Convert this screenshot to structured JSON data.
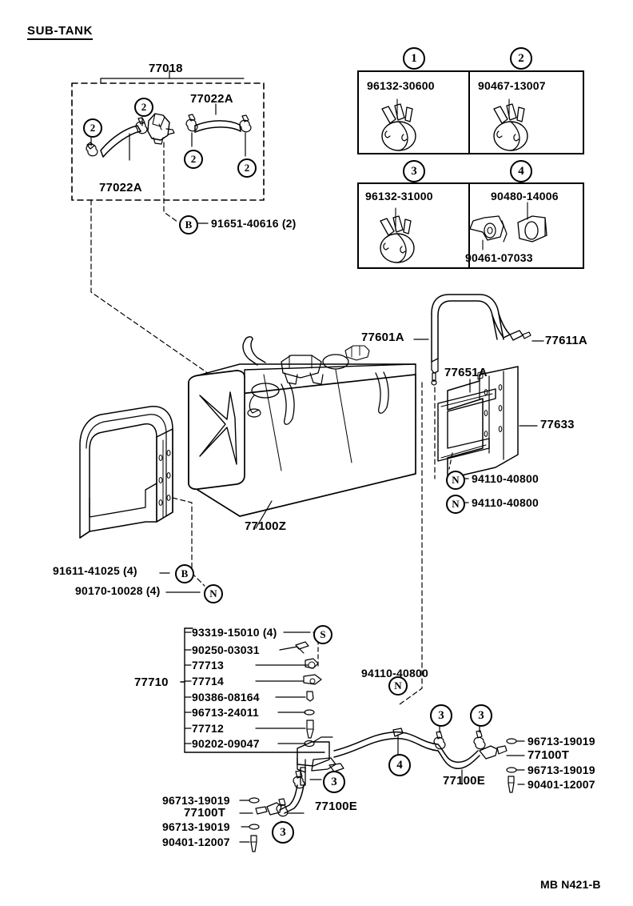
{
  "page": {
    "title": "SUB-TANK",
    "sheet_code": "MB N421-B"
  },
  "assembly_77018": {
    "group_label": "77018",
    "hose_left_label": "77022A",
    "hose_right_label": "77022A",
    "clip_markers": [
      "2",
      "2",
      "2",
      "2"
    ],
    "bolt_callout": {
      "symbol": "B",
      "part": "91651-40616 (2)"
    }
  },
  "legend": {
    "cells": [
      {
        "index": "1",
        "parts": [
          "96132-30600"
        ],
        "icon": "hose-clamp-icon"
      },
      {
        "index": "2",
        "parts": [
          "90467-13007"
        ],
        "icon": "hose-clamp-icon"
      },
      {
        "index": "3",
        "parts": [
          "96132-31000"
        ],
        "icon": "hose-clamp-icon"
      },
      {
        "index": "4",
        "parts": [
          "90480-14006",
          "90461-07033"
        ],
        "icon": "grommet-clip-icon"
      }
    ]
  },
  "tank": {
    "tank_label": "77100Z",
    "filler_hose_label": "77601A",
    "breather_label": "77611A",
    "cushion_label": "77651A",
    "band_label": "77633",
    "band_nuts": [
      {
        "symbol": "N",
        "part": "94110-40800"
      },
      {
        "symbol": "N",
        "part": "94110-40800"
      }
    ],
    "protector_bolt": {
      "symbol": "B",
      "part": "91611-41025 (4)"
    },
    "protector_nut": {
      "symbol": "N",
      "part": "90170-10028 (4)"
    }
  },
  "pump_group": {
    "group_label": "77710",
    "items": [
      {
        "part": "93319-15010 (4)",
        "symbol": "S"
      },
      {
        "part": "90250-03031",
        "symbol": ""
      },
      {
        "part": "77713",
        "symbol": ""
      },
      {
        "part": "77714",
        "symbol": ""
      },
      {
        "part": "90386-08164",
        "symbol": ""
      },
      {
        "part": "96713-24011",
        "symbol": ""
      },
      {
        "part": "77712",
        "symbol": ""
      },
      {
        "part": "90202-09047",
        "symbol": ""
      }
    ]
  },
  "fuel_lines": {
    "nut_callout": {
      "symbol": "N",
      "part": "94110-40800"
    },
    "marker_4": "4",
    "right_cluster": {
      "hose_label": "77100E",
      "markers": [
        "3",
        "3"
      ],
      "parts": [
        "96713-19019",
        "77100T",
        "96713-19019",
        "90401-12007"
      ]
    },
    "left_cluster": {
      "hose_label": "77100E",
      "markers": [
        "3",
        "3"
      ],
      "parts": [
        "96713-19019",
        "77100T",
        "96713-19019",
        "90401-12007"
      ]
    }
  },
  "colors": {
    "ink": "#000000",
    "paper": "#ffffff"
  }
}
